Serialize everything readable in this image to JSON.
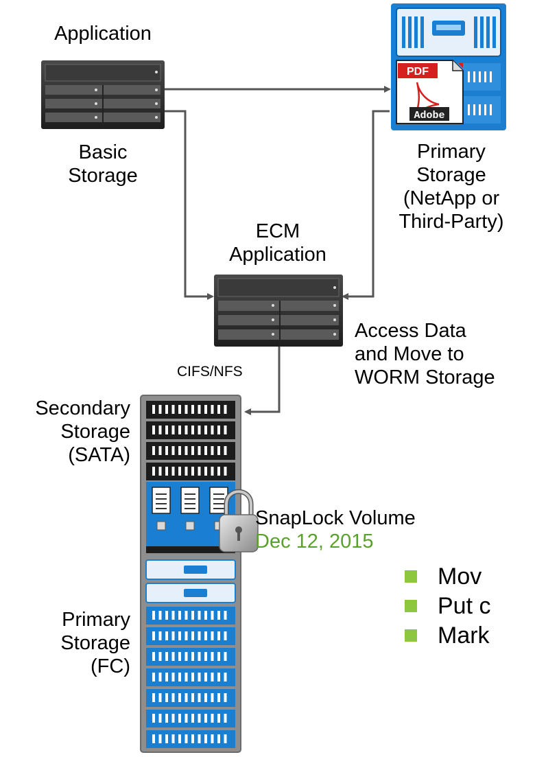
{
  "labels": {
    "application": "Application",
    "basic_storage": [
      "Basic",
      "Storage"
    ],
    "primary_storage_top": [
      "Primary",
      "Storage",
      "(NetApp or",
      "Third-Party)"
    ],
    "ecm_application": [
      "ECM",
      "Application"
    ],
    "access_data": [
      "Access Data",
      "and Move to",
      "WORM Storage"
    ],
    "cifs_nfs": "CIFS/NFS",
    "secondary_storage": [
      "Secondary",
      "Storage",
      "(SATA)"
    ],
    "primary_storage_bottom": [
      "Primary",
      "Storage",
      "(FC)"
    ],
    "snaplock_volume": "SnapLock Volume",
    "snaplock_date": "Dec 12, 2015",
    "pdf_badge": "PDF",
    "adobe_badge": "Adobe"
  },
  "bullets": [
    "Mov",
    "Put c",
    "Mark"
  ],
  "colors": {
    "accent_green": "#5aa02c",
    "bullet_green": "#8dc63f",
    "storage_blue": "#1a7fd0",
    "server_dark": "#2b2b2b",
    "arrow_gray": "#555555"
  }
}
